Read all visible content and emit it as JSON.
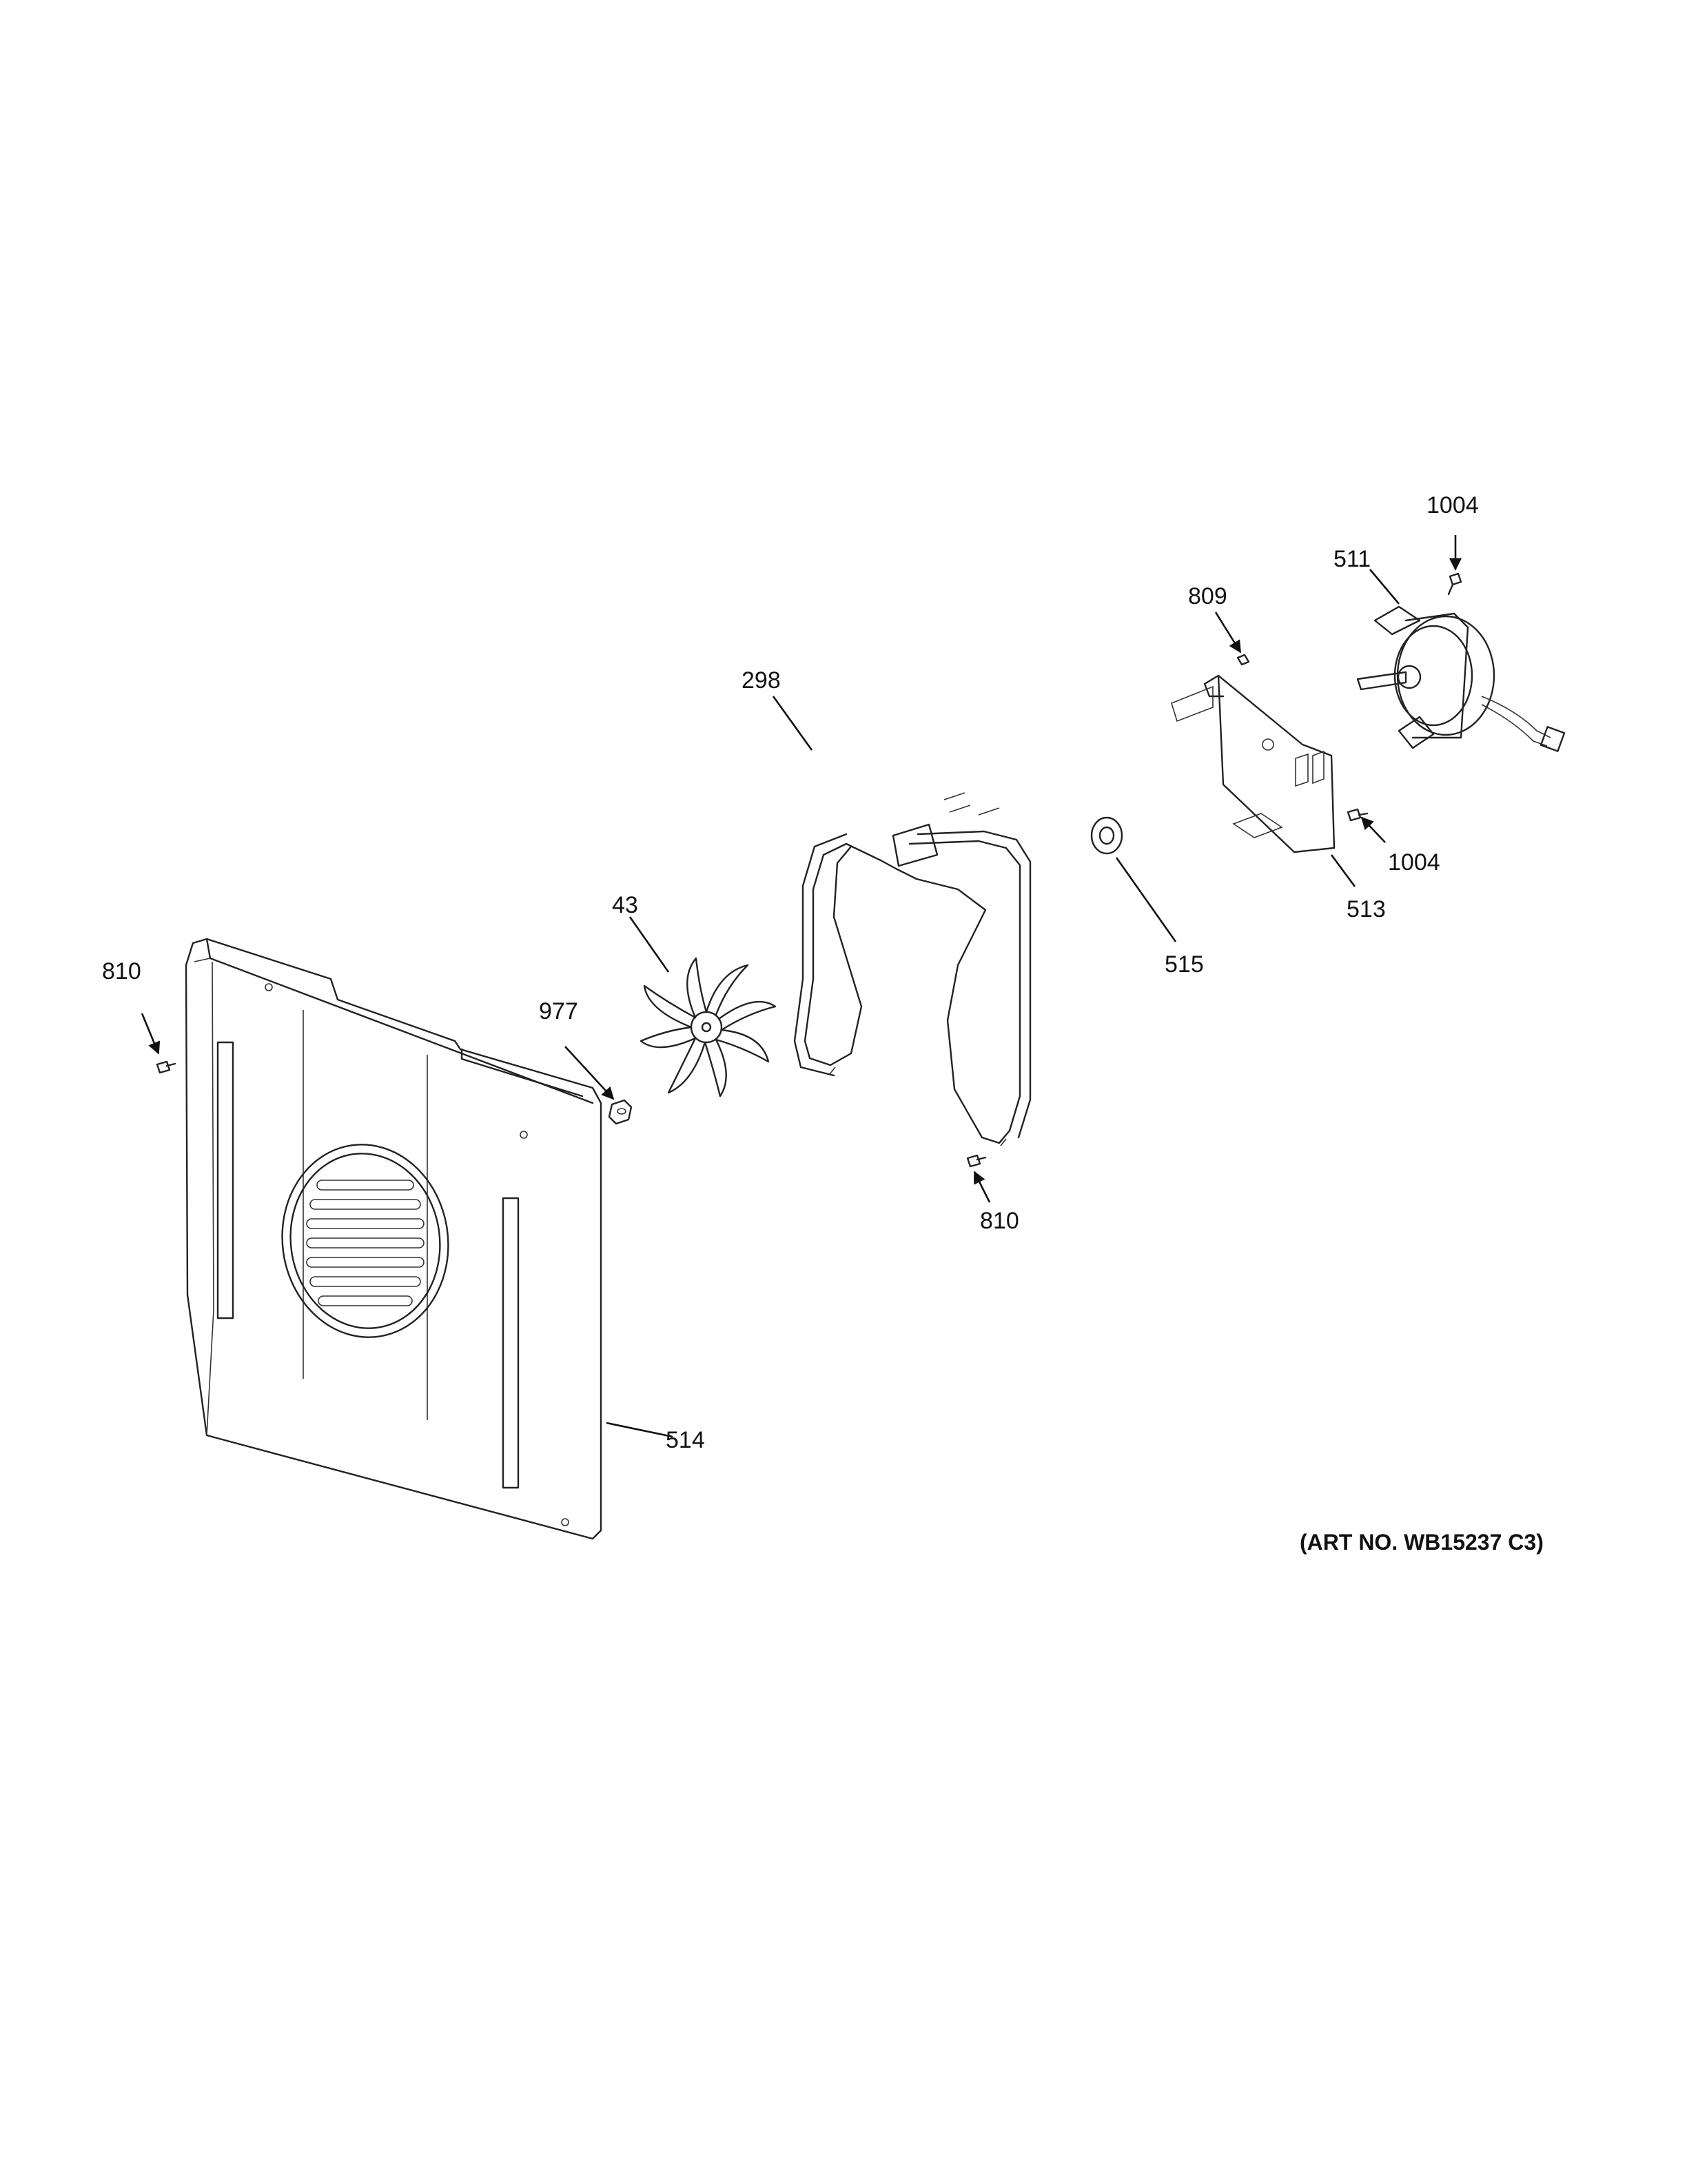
{
  "diagram": {
    "art_number": "(ART NO. WB15237 C3)",
    "callouts": [
      {
        "id": "c1004a",
        "label": "1004"
      },
      {
        "id": "c511",
        "label": "511"
      },
      {
        "id": "c809",
        "label": "809"
      },
      {
        "id": "c298",
        "label": "298"
      },
      {
        "id": "c1004b",
        "label": "1004"
      },
      {
        "id": "c513",
        "label": "513"
      },
      {
        "id": "c515",
        "label": "515"
      },
      {
        "id": "c43",
        "label": "43"
      },
      {
        "id": "c810a",
        "label": "810"
      },
      {
        "id": "c977",
        "label": "977"
      },
      {
        "id": "c810b",
        "label": "810"
      },
      {
        "id": "c514",
        "label": "514"
      }
    ]
  }
}
